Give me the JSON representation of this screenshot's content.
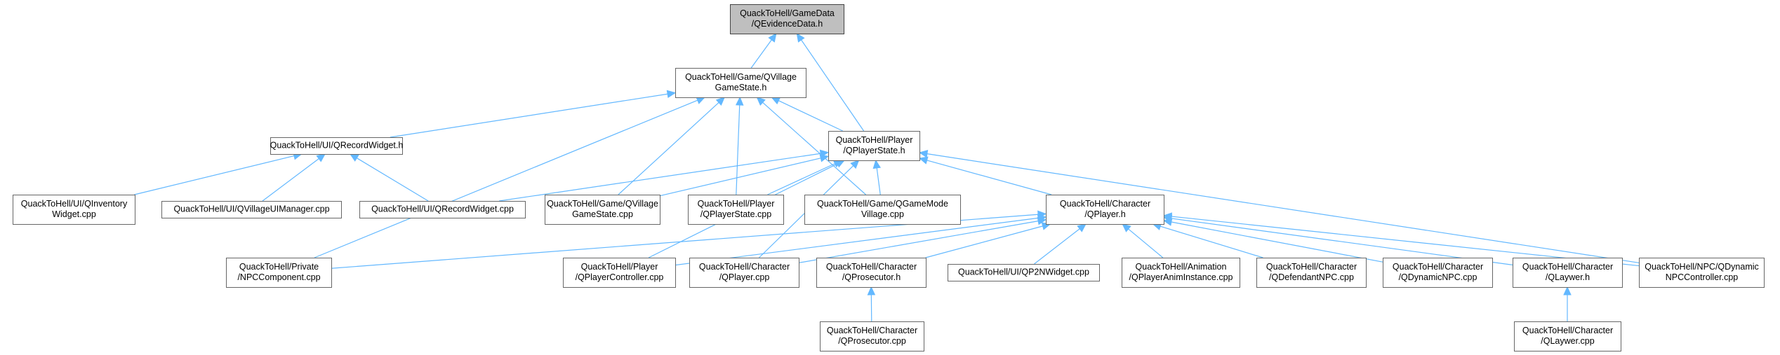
{
  "diagram": {
    "nodes": [
      {
        "id": "n0",
        "root": true,
        "lines": [
          "QuackToHell/GameData",
          "/QEvidenceData.h"
        ]
      },
      {
        "id": "n1",
        "lines": [
          "QuackToHell/Game/QVillage",
          "GameState.h"
        ]
      },
      {
        "id": "n2",
        "lines": [
          "QuackToHell/UI/QRecordWidget.h"
        ]
      },
      {
        "id": "n3",
        "lines": [
          "QuackToHell/Player",
          "/QPlayerState.h"
        ]
      },
      {
        "id": "n4",
        "lines": [
          "QuackToHell/UI/QInventory",
          "Widget.cpp"
        ]
      },
      {
        "id": "n5",
        "lines": [
          "QuackToHell/UI/QVillageUIManager.cpp"
        ]
      },
      {
        "id": "n6",
        "lines": [
          "QuackToHell/UI/QRecordWidget.cpp"
        ]
      },
      {
        "id": "n7",
        "lines": [
          "QuackToHell/Game/QVillage",
          "GameState.cpp"
        ]
      },
      {
        "id": "n8",
        "lines": [
          "QuackToHell/Player",
          "/QPlayerState.cpp"
        ]
      },
      {
        "id": "n9",
        "lines": [
          "QuackToHell/Game/QGameMode",
          "Village.cpp"
        ]
      },
      {
        "id": "n10",
        "lines": [
          "QuackToHell/Character",
          "/QPlayer.h"
        ]
      },
      {
        "id": "n11",
        "lines": [
          "QuackToHell/Private",
          "/NPCComponent.cpp"
        ]
      },
      {
        "id": "n12",
        "lines": [
          "QuackToHell/Player",
          "/QPlayerController.cpp"
        ]
      },
      {
        "id": "n13",
        "lines": [
          "QuackToHell/Character",
          "/QPlayer.cpp"
        ]
      },
      {
        "id": "n14",
        "lines": [
          "QuackToHell/Character",
          "/QProsecutor.h"
        ]
      },
      {
        "id": "n15",
        "lines": [
          "QuackToHell/UI/QP2NWidget.cpp"
        ]
      },
      {
        "id": "n16",
        "lines": [
          "QuackToHell/Animation",
          "/QPlayerAnimInstance.cpp"
        ]
      },
      {
        "id": "n17",
        "lines": [
          "QuackToHell/Character",
          "/QDefendantNPC.cpp"
        ]
      },
      {
        "id": "n18",
        "lines": [
          "QuackToHell/Character",
          "/QDynamicNPC.cpp"
        ]
      },
      {
        "id": "n19",
        "lines": [
          "QuackToHell/Character",
          "/QLaywer.h"
        ]
      },
      {
        "id": "n20",
        "lines": [
          "QuackToHell/NPC/QDynamic",
          "NPCController.cpp"
        ]
      },
      {
        "id": "n21",
        "lines": [
          "QuackToHell/Character",
          "/QProsecutor.cpp"
        ]
      },
      {
        "id": "n22",
        "lines": [
          "QuackToHell/Character",
          "/QLaywer.cpp"
        ]
      }
    ],
    "edges": [
      [
        "n1",
        "n0"
      ],
      [
        "n3",
        "n0"
      ],
      [
        "n2",
        "n1"
      ],
      [
        "n3",
        "n1"
      ],
      [
        "n7",
        "n1"
      ],
      [
        "n8",
        "n1"
      ],
      [
        "n9",
        "n1"
      ],
      [
        "n11",
        "n1"
      ],
      [
        "n4",
        "n2"
      ],
      [
        "n5",
        "n2"
      ],
      [
        "n6",
        "n2"
      ],
      [
        "n6",
        "n3"
      ],
      [
        "n7",
        "n3"
      ],
      [
        "n8",
        "n3"
      ],
      [
        "n9",
        "n3"
      ],
      [
        "n10",
        "n3"
      ],
      [
        "n12",
        "n3"
      ],
      [
        "n13",
        "n3"
      ],
      [
        "n20",
        "n3"
      ],
      [
        "n11",
        "n10"
      ],
      [
        "n12",
        "n10"
      ],
      [
        "n13",
        "n10"
      ],
      [
        "n14",
        "n10"
      ],
      [
        "n15",
        "n10"
      ],
      [
        "n16",
        "n10"
      ],
      [
        "n17",
        "n10"
      ],
      [
        "n18",
        "n10"
      ],
      [
        "n19",
        "n10"
      ],
      [
        "n20",
        "n10"
      ],
      [
        "n21",
        "n14"
      ],
      [
        "n22",
        "n19"
      ]
    ]
  }
}
